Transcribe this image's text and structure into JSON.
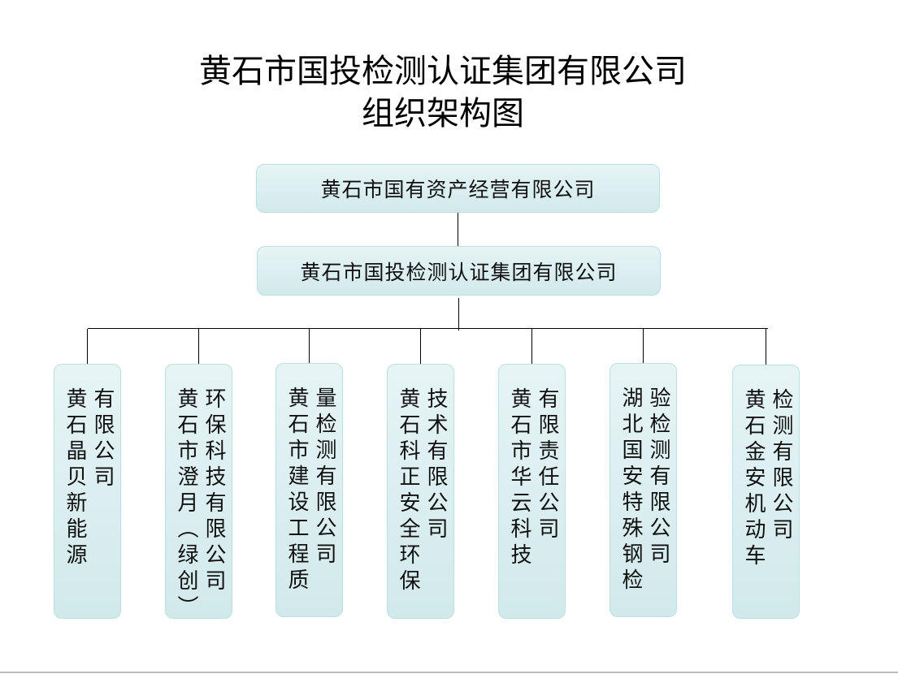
{
  "title": {
    "line1": "黄石市国投检测认证集团有限公司",
    "line2": "组织架构图"
  },
  "parent": "黄石市国有资产经营有限公司",
  "group": "黄石市国投检测认证集团有限公司",
  "subsidiaries": [
    {
      "col1": "黄石晶贝新能源",
      "col2": "有限公司"
    },
    {
      "col1": "黄石市澄月（绿创）",
      "col2": "环保科技有限公司"
    },
    {
      "col1": "黄石市建设工程质",
      "col2": "量检测有限公司"
    },
    {
      "col1": "黄石科正安全环保",
      "col2": "技术有限公司"
    },
    {
      "col1": "黄石市华云科技",
      "col2": "有限责任公司"
    },
    {
      "col1": "湖北国安特殊钢检",
      "col2": "验检测有限公司"
    },
    {
      "col1": "黄石金安机动车",
      "col2": "检测有限公司"
    }
  ]
}
